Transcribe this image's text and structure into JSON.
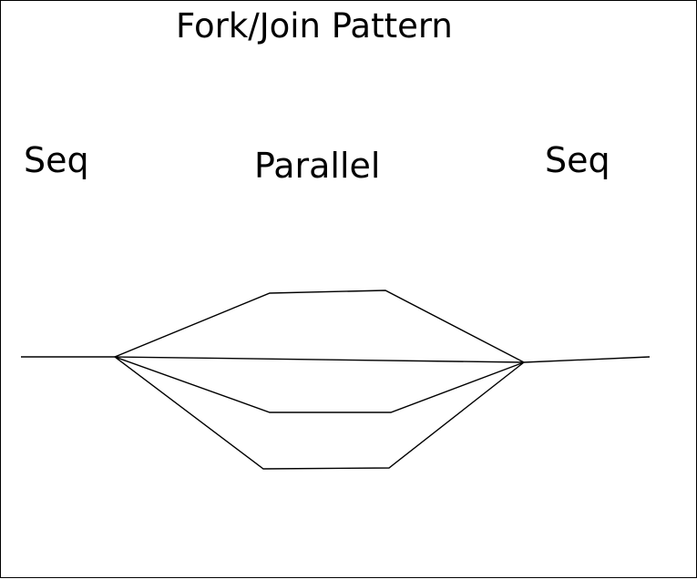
{
  "diagram": {
    "title": "Fork/Join Pattern",
    "sections": {
      "left": "Seq",
      "middle": "Parallel",
      "right": "Seq"
    },
    "stroke_color": "#000000",
    "background_color": "#ffffff",
    "parallel_branch_count": 4
  }
}
